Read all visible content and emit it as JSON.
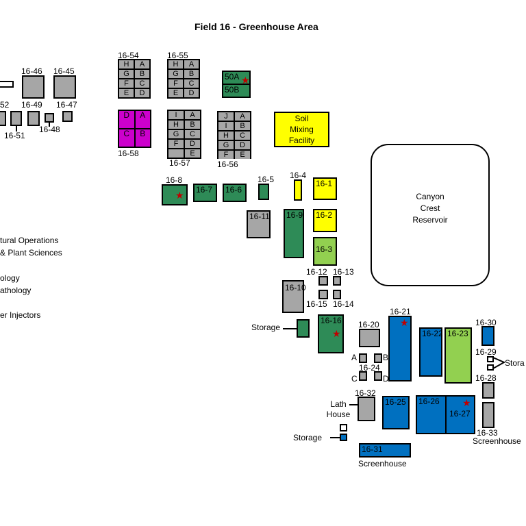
{
  "title": "Field 16 - Greenhouse Area",
  "colors": {
    "gray": "#a6a6a6",
    "green": "#2e8b57",
    "light_green": "#92d050",
    "blue": "#0070c0",
    "yellow": "#ffff00",
    "magenta": "#cc00cc",
    "star": "#c00000"
  },
  "labels": {
    "b16_46": "16-46",
    "b16_45": "16-45",
    "b16_52": "52",
    "b16_49": "16-49",
    "b16_47": "16-47",
    "b16_51": "16-51",
    "b16_48": "16-48",
    "b16_54": "16-54",
    "b16_55": "16-55",
    "b50a": "50A",
    "b50b": "50B",
    "b16_58": "16-58",
    "b16_57": "16-57",
    "b16_56": "16-56",
    "soil": "Soil Mixing Facility",
    "reservoir": "Canyon Crest Reservoir",
    "b16_8": "16-8",
    "b16_7": "16-7",
    "b16_6": "16-6",
    "b16_5": "16-5",
    "b16_4": "16-4",
    "b16_1": "16-1",
    "b16_11": "16-11",
    "b16_9": "16-9",
    "b16_2": "16-2",
    "b16_3": "16-3",
    "b16_12": "16-12",
    "b16_13": "16-13",
    "b16_15": "16-15",
    "b16_14": "16-14",
    "b16_10": "16-10",
    "storage": "Storage",
    "b16_16": "16-16",
    "b16_20": "16-20",
    "b16_21": "16-21",
    "b16_22": "16-22",
    "b16_23": "16-23",
    "b16_30": "16-30",
    "b16_29": "16-29",
    "stora": "Stora",
    "a": "A",
    "b": "B",
    "c": "C",
    "d": "D",
    "b16_24": "16-24",
    "b16_28": "16-28",
    "b16_32": "16-32",
    "lath": "Lath House",
    "b16_25": "16-25",
    "b16_26": "16-26",
    "b16_27": "16-27",
    "b16_33": "16-33",
    "screenhouse": "Screenhouse",
    "b16_31": "16-31"
  },
  "grids": {
    "g54": [
      "H",
      "A",
      "G",
      "B",
      "F",
      "C",
      "E",
      "D"
    ],
    "g55": [
      "H",
      "A",
      "G",
      "B",
      "F",
      "C",
      "E",
      "D"
    ],
    "g58": [
      "D",
      "A",
      "C",
      "B"
    ],
    "g57": [
      "I",
      "A",
      "H",
      "B",
      "G",
      "C",
      "F",
      "D",
      "",
      "E"
    ],
    "g56": [
      "J",
      "A",
      "I",
      "B",
      "H",
      "C",
      "G",
      "D",
      "F",
      "E"
    ]
  },
  "legend": [
    "tural Operations",
    "& Plant Sciences",
    "ology",
    "athology",
    "er Injectors"
  ]
}
